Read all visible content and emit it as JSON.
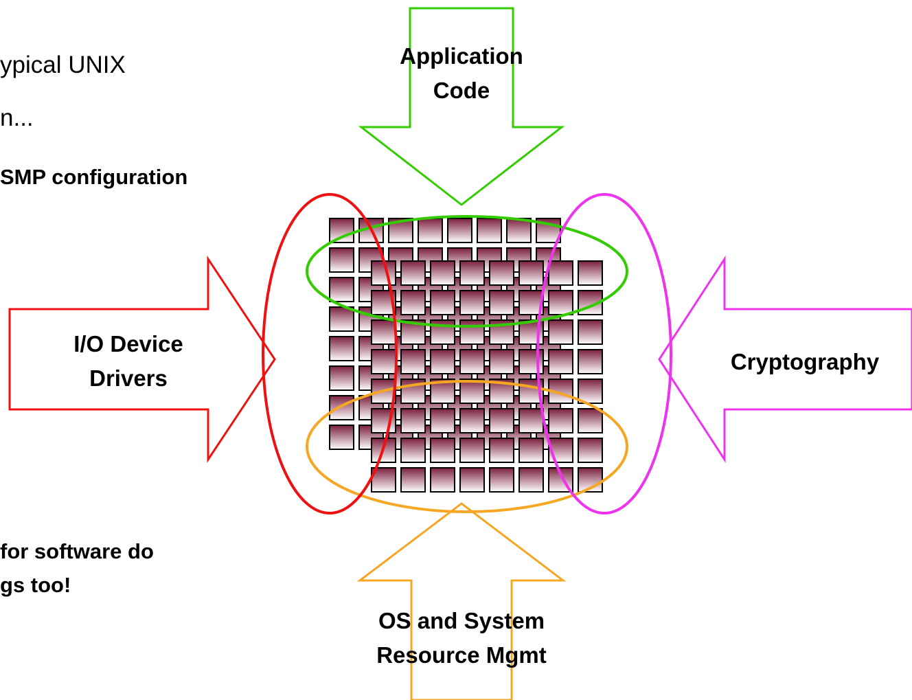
{
  "slide": {
    "title_line1": "ypical UNIX",
    "title_line2": "n...",
    "note_smp": "SMP configuration",
    "note_software_line1": "for software do",
    "note_software_line2": "gs too!"
  },
  "labels": {
    "application_line1": "Application",
    "application_line2": "Code",
    "io_line1": "I/O Device",
    "io_line2": "Drivers",
    "crypto": "Cryptography",
    "os_line1": "OS and System",
    "os_line2": "Resource Mgmt"
  },
  "colors": {
    "application": "#33cc00",
    "io": "#ee1111",
    "crypto": "#ee33ee",
    "os": "#f5a623",
    "chip_dark": "#7a1f3d",
    "chip_light": "#ffffff"
  }
}
